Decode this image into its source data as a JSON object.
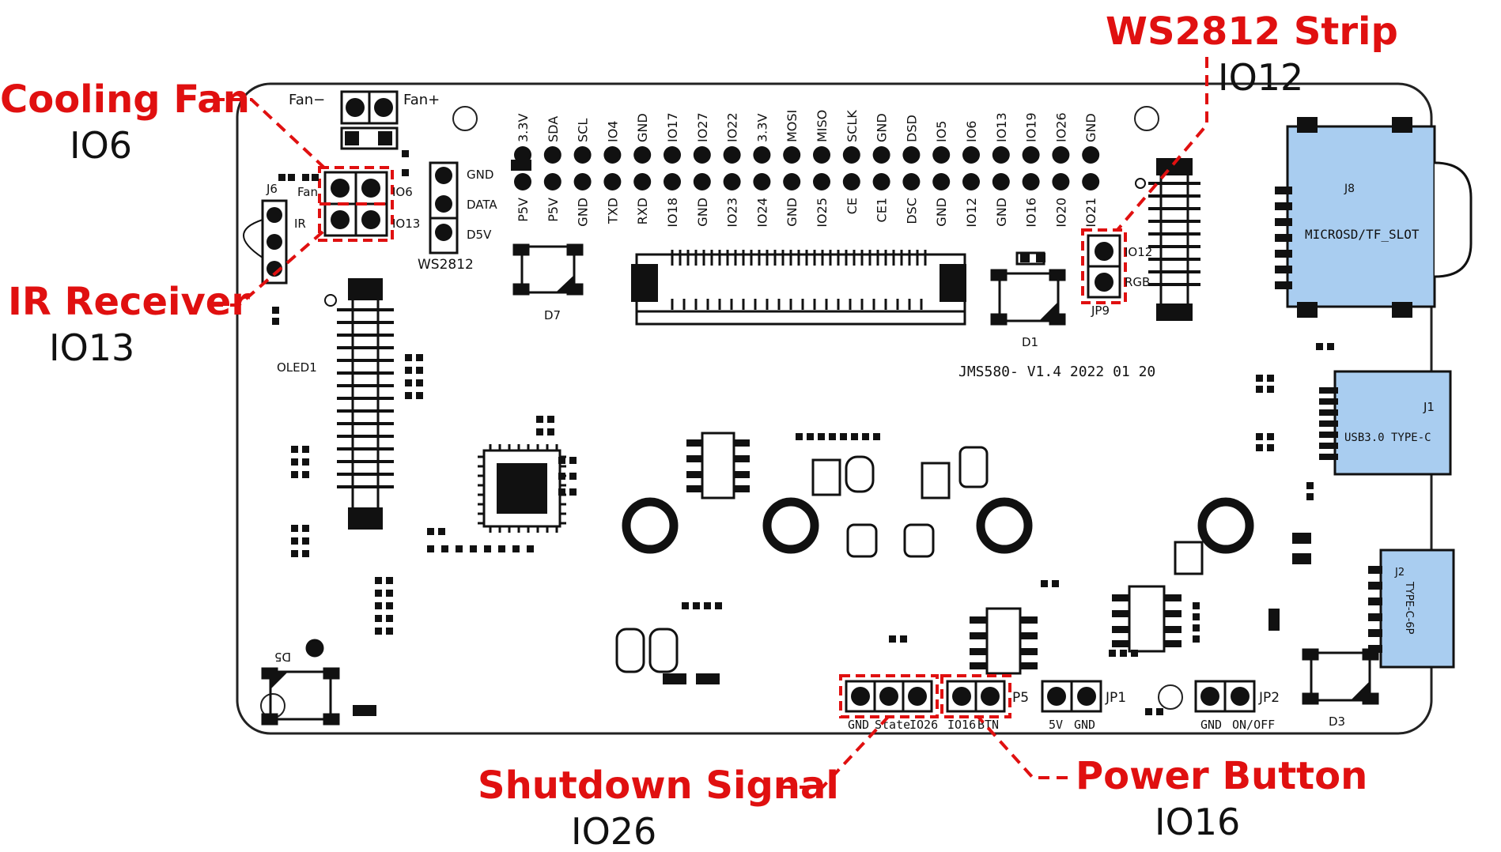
{
  "callouts": {
    "fan": {
      "title": "Cooling Fan",
      "io": "IO6"
    },
    "ir": {
      "title": "IR Receiver",
      "io": "IO13"
    },
    "ws": {
      "title": "WS2812 Strip",
      "io": "IO12"
    },
    "shut": {
      "title": "Shutdown Signal",
      "io": "IO26"
    },
    "power": {
      "title": "Power Button",
      "io": "IO16"
    }
  },
  "header_top": [
    "3.3V",
    "SDA",
    "SCL",
    "IO4",
    "GND",
    "IO17",
    "IO27",
    "IO22",
    "3.3V",
    "MOSI",
    "MISO",
    "SCLK",
    "GND",
    "DSD",
    "IO5",
    "IO6",
    "IO13",
    "IO19",
    "IO26",
    "GND"
  ],
  "header_bottom": [
    "P5V",
    "P5V",
    "GND",
    "TXD",
    "RXD",
    "IO18",
    "GND",
    "IO23",
    "IO24",
    "GND",
    "IO25",
    "CE",
    "CE1",
    "DSC",
    "GND",
    "IO12",
    "GND",
    "IO16",
    "IO20",
    "IO21"
  ],
  "labels": {
    "fan_minus": "Fan−",
    "fan_plus": "Fan+",
    "fan": "Fan",
    "io6": "IO6",
    "io13": "IO13",
    "j6": "J6",
    "ir": "IR",
    "ws_gnd": "GND",
    "ws_data": "DATA",
    "ws_d5v": "D5V",
    "ws2812": "WS2812",
    "d7": "D7",
    "d1": "D1",
    "jp9_io12": "IO12",
    "jp9_rgb": "RGB",
    "jp9": "JP9",
    "j8": "J8",
    "microsd": "MICROSD/TF_SLOT",
    "j1": "J1",
    "usb3": "USB3.0  TYPE-C",
    "j2": "J2",
    "typec6p": "TYPE-C-6P",
    "oled": "OLED1",
    "board": "JMS580-  V1.4  2022 01 20",
    "d5": "D5",
    "d3": "D3",
    "p5": "P5",
    "p5_gnd": "GND",
    "p5_state": "State",
    "p5_io26": "IO26",
    "p5_io16": "IO16",
    "p5_btn": "BTN",
    "jp1": "JP1",
    "jp1_5v": "5V",
    "jp1_gnd": "GND",
    "jp2": "JP2",
    "jp2_gnd": "GND",
    "jp2_onoff": "ON/OFF"
  },
  "colors": {
    "accent": "#e01010",
    "connector": "#a9cdf0",
    "ink": "#111111"
  }
}
